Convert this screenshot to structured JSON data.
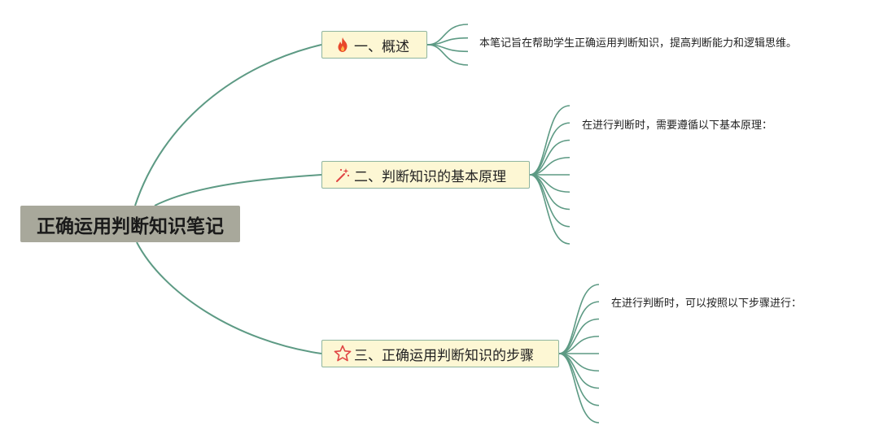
{
  "mindmap": {
    "root": {
      "label": "正确运用判断知识笔记"
    },
    "topics": [
      {
        "label": "一、概述",
        "icon": "fire-icon",
        "icon_color": "#e8472b",
        "note": "本笔记旨在帮助学生正确运用判断知识，提高判断能力和逻辑思维。",
        "child_count": 4
      },
      {
        "label": "二、判断知识的基本原理",
        "icon": "magic-wand-icon",
        "icon_color": "#e04545",
        "note": "在进行判断时，需要遵循以下基本原理：",
        "child_count": 9
      },
      {
        "label": "三、正确运用判断知识的步骤",
        "icon": "star-icon",
        "icon_color": "#e04545",
        "note": "在进行判断时，可以按照以下步骤进行：",
        "child_count": 9
      }
    ]
  },
  "colors": {
    "link": "#5d9a84",
    "root_fill": "#a8a89b",
    "topic_fill": "#fdf7d4",
    "topic_border": "#8fb59f"
  }
}
